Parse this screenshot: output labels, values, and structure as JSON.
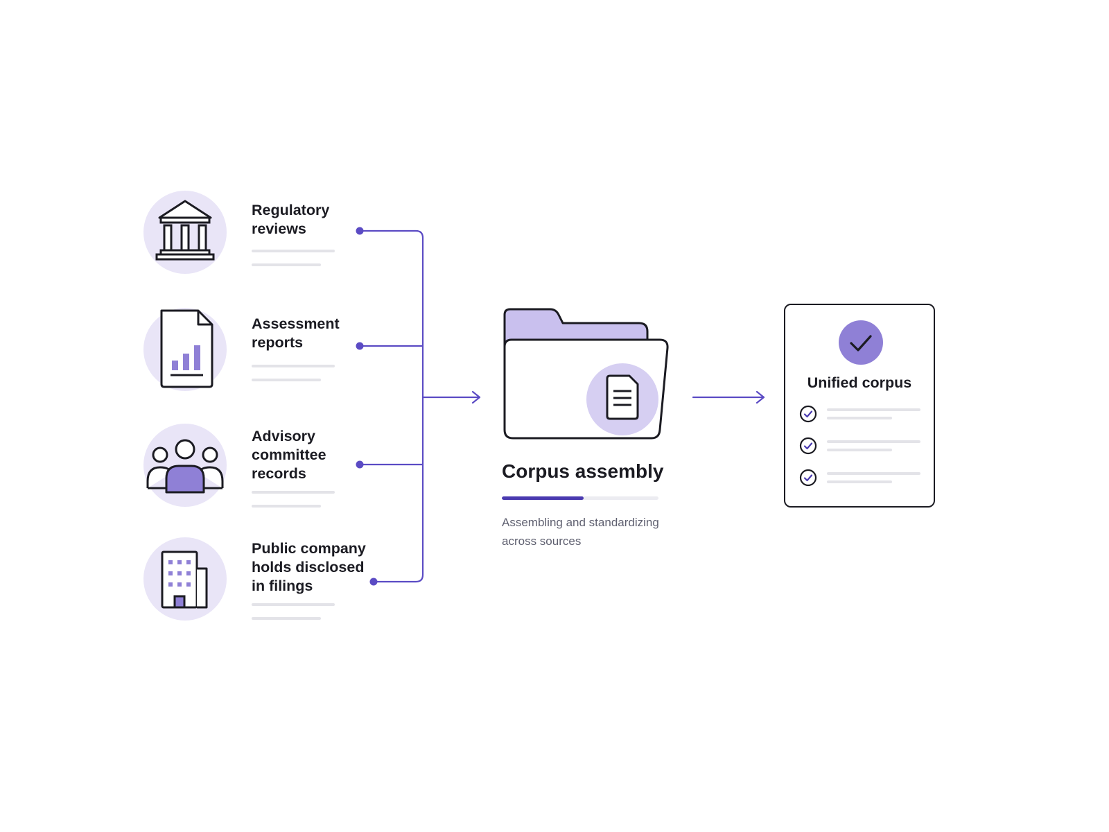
{
  "sources": [
    {
      "label": "Regulatory\nreviews",
      "icon": "bank-icon"
    },
    {
      "label": "Assessment\nreports",
      "icon": "bar-chart-document-icon"
    },
    {
      "label": "Advisory\ncommittee\nrecords",
      "icon": "people-group-icon"
    },
    {
      "label": "Public company\nholds disclosed\nin filings",
      "icon": "office-building-icon"
    }
  ],
  "assembly": {
    "title": "Corpus assembly",
    "caption": "Assembling and standardizing across sources",
    "progress_fraction": 0.52,
    "icon": "folder-document-icon"
  },
  "output": {
    "title": "Unified corpus",
    "badge_icon": "check-badge-icon",
    "checklist_count": 3
  },
  "colors": {
    "accent": "#4a3ab0",
    "accent_light": "#e9e5f7",
    "accent_mid": "#8f80d6",
    "ink": "#1b1b22",
    "muted_line": "#e3e3e8"
  }
}
